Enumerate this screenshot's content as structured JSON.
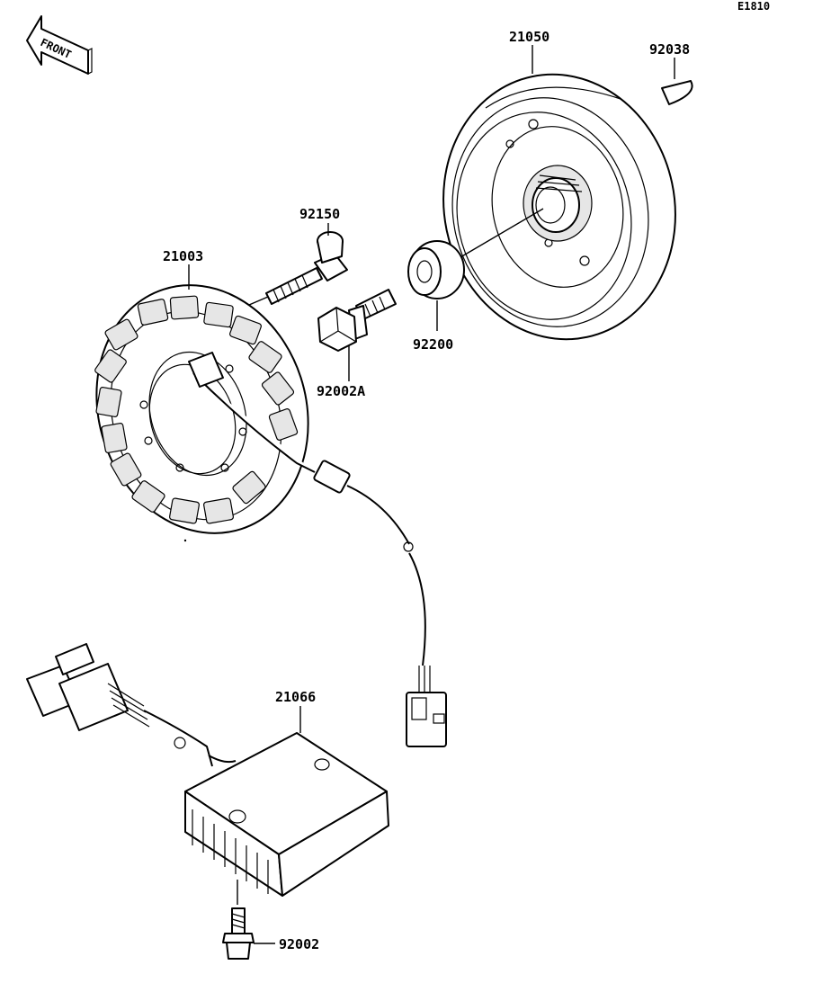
{
  "diagram_code": "E1810",
  "front_label": "FRONT",
  "parts": {
    "flywheel": "21050",
    "key": "92038",
    "stator_bolt": "92150",
    "stator": "21003",
    "flange_bolt": "92002A",
    "spacer": "92200",
    "regulator": "21066",
    "regulator_bolt": "92002"
  }
}
